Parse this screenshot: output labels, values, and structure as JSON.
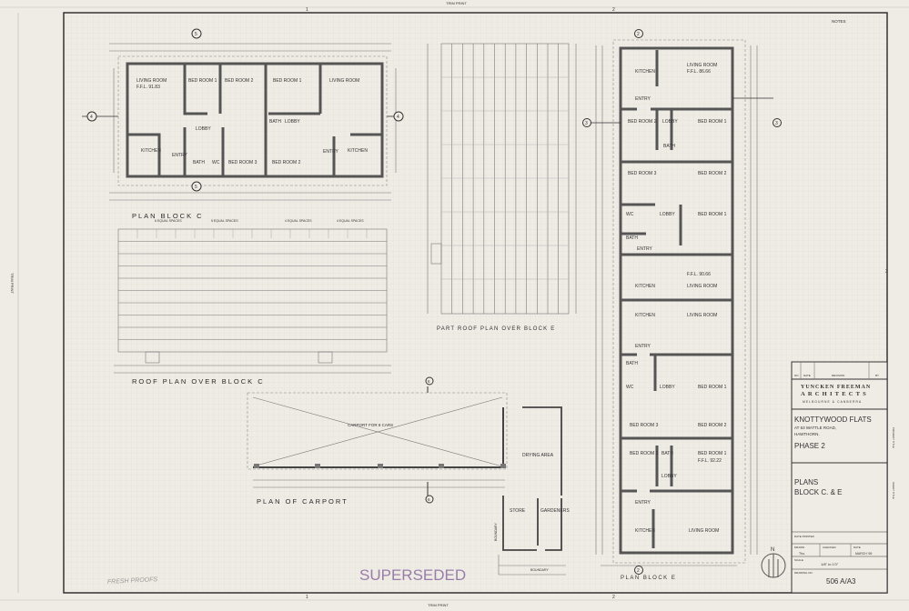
{
  "sheet": {
    "notes_label": "NOTES",
    "trim_print_top": "TRIM PRINT",
    "trim_print_bottom": "TRIM PRINT",
    "trim_print_left": "TRIM PRINT",
    "grid_refs": [
      "1",
      "2",
      "3"
    ],
    "handwriting": "FRESH PROOFS",
    "stamp": "SUPERSEDED",
    "stamp_color": "#8a6aa0"
  },
  "plan_block_c": {
    "title": "PLAN BLOCK C",
    "rooms": [
      "LIVING ROOM",
      "F.F.L. 91.83",
      "BED ROOM 1",
      "BED ROOM 2",
      "BED ROOM 1",
      "LIVING ROOM",
      "LOBBY",
      "BATH",
      "LOBBY",
      "KITCHEN",
      "ENTRY",
      "BATH",
      "WC",
      "BED ROOM 3",
      "BED ROOM 2",
      "ENTRY",
      "KITCHEN"
    ],
    "section_markers": [
      "4",
      "4",
      "5",
      "5"
    ],
    "spacing_notes": [
      "6 EQUAL SPACES",
      "5 EQUAL SPACES",
      "4 EQUAL SPACES",
      "4 EQUAL SPACES"
    ]
  },
  "roof_plan_c": {
    "title": "ROOF PLAN OVER BLOCK C"
  },
  "part_roof_plan_e": {
    "title": "PART ROOF PLAN OVER BLOCK E"
  },
  "carport": {
    "title": "PLAN OF CARPORT",
    "label": "CARPORT FOR 8 CARS",
    "rooms": [
      "DRYING AREA",
      "STORE",
      "GARDENERS"
    ],
    "boundary": "BOUNDARY",
    "section_markers": [
      "6",
      "6"
    ]
  },
  "plan_block_e": {
    "title": "PLAN BLOCK E",
    "rooms": [
      "KITCHEN",
      "LIVING ROOM",
      "F.F.L. 86.66",
      "ENTRY",
      "BED ROOM 2",
      "LOBBY",
      "BED ROOM 1",
      "BATH",
      "BED ROOM 3",
      "BED ROOM 2",
      "WC",
      "LOBBY",
      "BED ROOM 1",
      "BATH",
      "ENTRY",
      "F.F.L. 90.66",
      "LIVING ROOM",
      "KITCHEN",
      "KITCHEN",
      "LIVING ROOM",
      "ENTRY",
      "BATH",
      "LOBBY",
      "BED ROOM 1",
      "WC",
      "BED ROOM 3",
      "BED ROOM 2",
      "BED ROOM 2",
      "BATH",
      "BED ROOM 1",
      "F.F.L. 92.22",
      "LOBBY",
      "ENTRY",
      "KITCHEN",
      "LIVING ROOM"
    ],
    "section_markers": [
      "2",
      "2",
      "3",
      "3"
    ]
  },
  "title_block": {
    "revision_headers": [
      "NO.",
      "DATE",
      "REVISION",
      "BY"
    ],
    "firm_line1": "YUNCKEN FREEMAN",
    "firm_line2": "ARCHITECTS",
    "firm_cities": "MELBOURNE & CANBERRA",
    "project": "KNOTTYWOOD FLATS",
    "address1": "AT 63 WATTLE ROAD,",
    "address2": "HAWTHORN.",
    "phase": "PHASE 2",
    "sheet_title1": "PLANS",
    "sheet_title2": "BLOCK  C. & E",
    "side_labels": [
      "PROJECT TITLE",
      "SHEET TITLE"
    ],
    "date_printed_label": "DATE PRINTED",
    "drawn_label": "DRAWN",
    "drawn_value": "Thu.",
    "checked_label": "CHECKED",
    "date_label": "DATE",
    "date_value": "MARCH '69",
    "scale_label": "SCALE",
    "scale_value": "1/8\" to 1'0\"",
    "drawing_no_label": "DRAWING NO.",
    "drawing_no": "506 A/A3",
    "north_label": "N"
  }
}
